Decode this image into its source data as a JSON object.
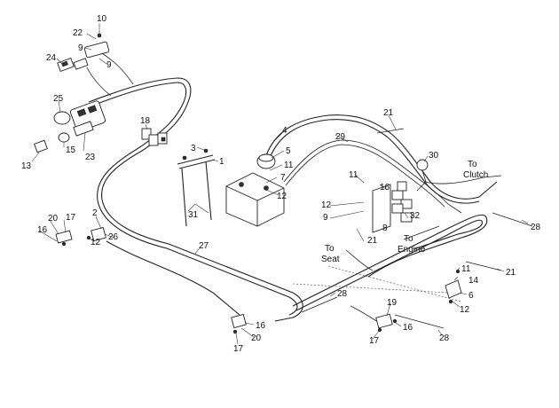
{
  "diagram": {
    "notes": {
      "to_clutch": [
        "To",
        "Clutch"
      ],
      "to_engine": [
        "To",
        "Engine"
      ],
      "to_seat": [
        "To",
        "Seat"
      ]
    },
    "callouts": {
      "c10": "10",
      "c22": "22",
      "c9a": "9",
      "c9b": "9",
      "c24": "24",
      "c25": "25",
      "c15": "15",
      "c13": "13",
      "c23": "23",
      "c18": "18",
      "c3": "3",
      "c1": "1",
      "c31": "31",
      "c4": "4",
      "c5": "5",
      "c11a": "11",
      "c7": "7",
      "c12a": "12",
      "c21a": "21",
      "c29": "29",
      "c30": "30",
      "c11b": "11",
      "c16a": "16",
      "c12b": "12",
      "c9c": "9",
      "c8": "8",
      "c32": "32",
      "c21b": "21",
      "c28a": "28",
      "c2": "2",
      "c17a": "17",
      "c20a": "20",
      "c16b": "16",
      "c12c": "12",
      "c26": "26",
      "c27": "27",
      "c28b": "28",
      "c16c": "16",
      "c20b": "20",
      "c17b": "17",
      "c19": "19",
      "c17c": "17",
      "c16d": "16",
      "c28c": "28",
      "c11c": "11",
      "c14": "14",
      "c21c": "21",
      "c6": "6",
      "c12d": "12"
    }
  }
}
